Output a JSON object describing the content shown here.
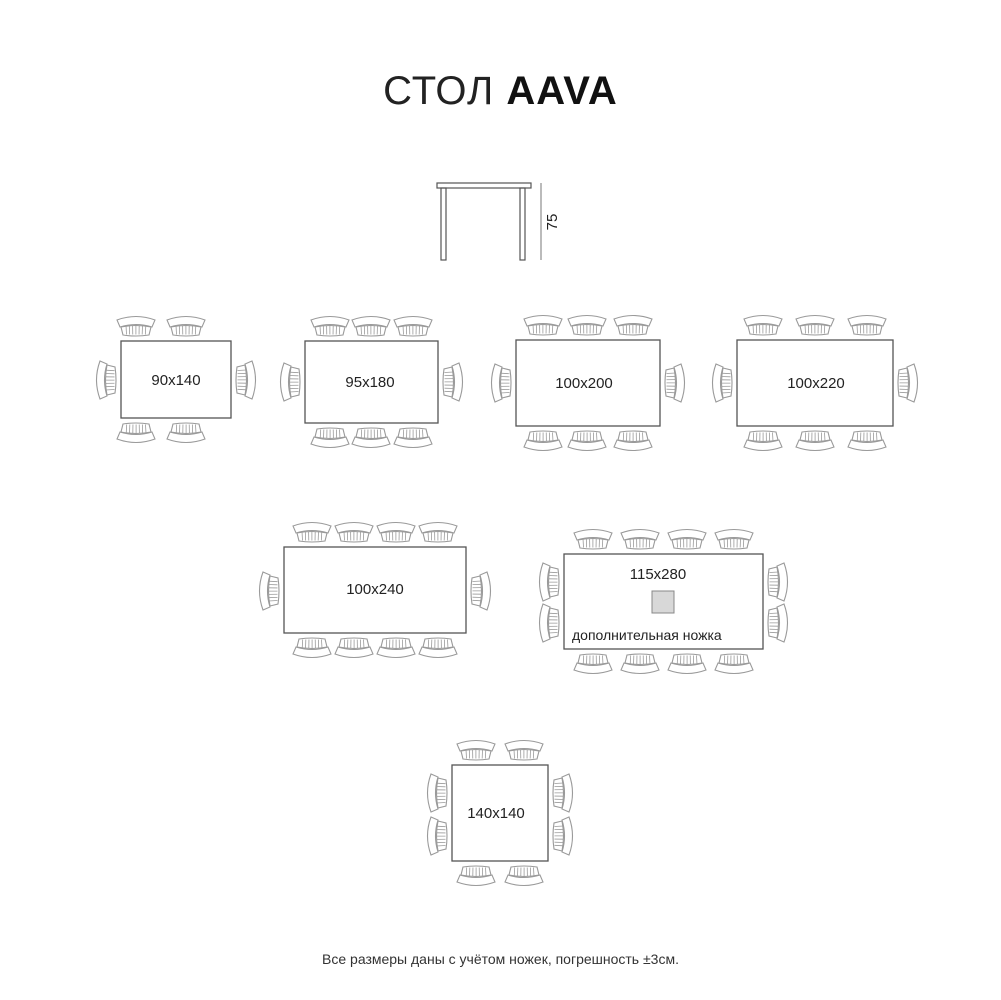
{
  "title": {
    "light": "СТОЛ",
    "bold": "AAVA"
  },
  "side_view": {
    "height_label": "75"
  },
  "tables": [
    {
      "id": "t1",
      "label": "90x140"
    },
    {
      "id": "t2",
      "label": "95x180"
    },
    {
      "id": "t3",
      "label": "100x200"
    },
    {
      "id": "t4",
      "label": "100x220"
    },
    {
      "id": "t5",
      "label": "100x240"
    },
    {
      "id": "t6",
      "label": "115x280",
      "extra_leg_label": "дополнительная ножка"
    },
    {
      "id": "t7",
      "label": "140x140"
    }
  ],
  "footer": "Все размеры даны с учётом ножек, погрешность ±3см.",
  "colors": {
    "line": "#555555",
    "chair": "#9a9a9a",
    "leg_fill": "#d8d8d8"
  }
}
